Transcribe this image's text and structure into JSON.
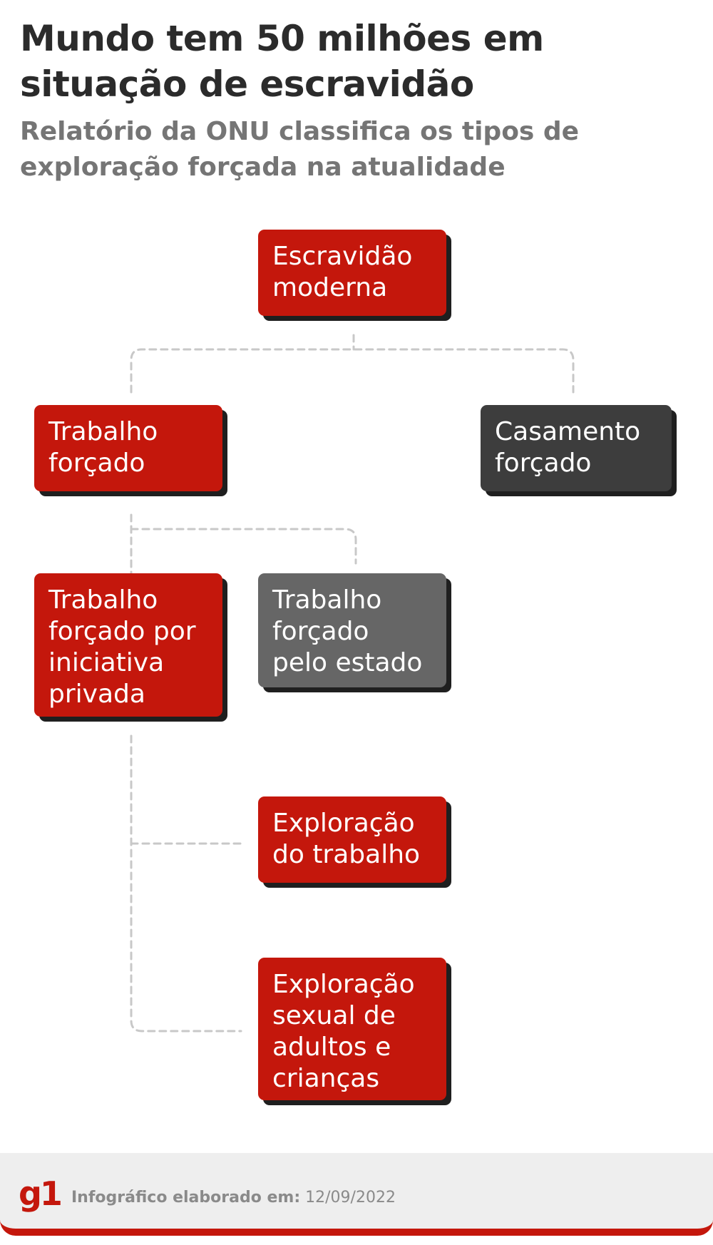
{
  "header": {
    "title": "Mundo tem 50 milhões em situação de escravidão",
    "subtitle": "Relatório da ONU classifica os tipos de exploração forçada na atualidade"
  },
  "diagram": {
    "nodes": {
      "escravidao_moderna": "Escravidão\nmoderna",
      "trabalho_forcado": "Trabalho\nforçado",
      "casamento_forcado": "Casamento\nforçado",
      "trabalho_privado": "Trabalho\nforçado por\niniciativa\nprivada",
      "trabalho_estado": "Trabalho\nforçado\npelo estado",
      "exploracao_trabalho": "Exploração\ndo trabalho",
      "exploracao_sexual": "Exploração\nsexual de\nadultos e\ncrianças"
    },
    "colors": {
      "red": "#c4170c",
      "dark": "#3d3d3d",
      "grey": "#666666",
      "connector": "#c8c8c8"
    }
  },
  "footer": {
    "logo": "g1",
    "credit_label": "Infográfico elaborado em:",
    "date": "12/09/2022"
  }
}
